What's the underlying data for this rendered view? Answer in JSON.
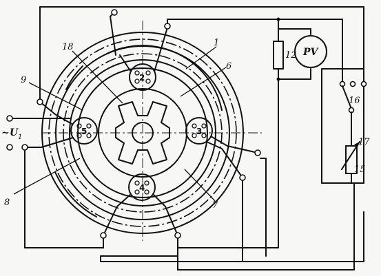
{
  "labels": {
    "n18": "18",
    "n1": "1",
    "n6": "6",
    "n9": "9",
    "n12": "12",
    "pv": "PV",
    "n16": "16",
    "n17": "17",
    "n15": "15",
    "n8": "8",
    "n7": "7",
    "u_tilde": "~",
    "u_letter": "U",
    "u_sub": "1"
  },
  "poles": {
    "p2": "2",
    "p3": "3",
    "p4": "4",
    "p5": "5"
  }
}
